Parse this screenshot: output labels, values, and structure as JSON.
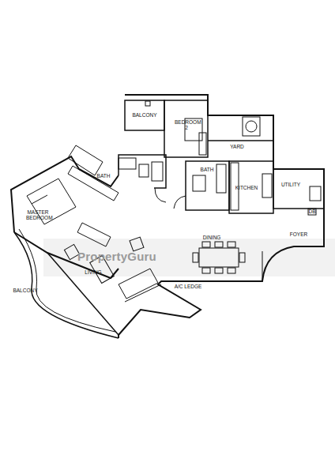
{
  "diagram": {
    "labels": [
      "BALCONY",
      "BEDROOM 2",
      "YARD",
      "BATH",
      "BATH",
      "KITCHEN",
      "UTILITY",
      "DB",
      "FOYER",
      "MASTER BEDROOM",
      "DINING",
      "LIVING",
      "BALCONY",
      "A/C LEDGE",
      "PropertyGuru"
    ]
  }
}
